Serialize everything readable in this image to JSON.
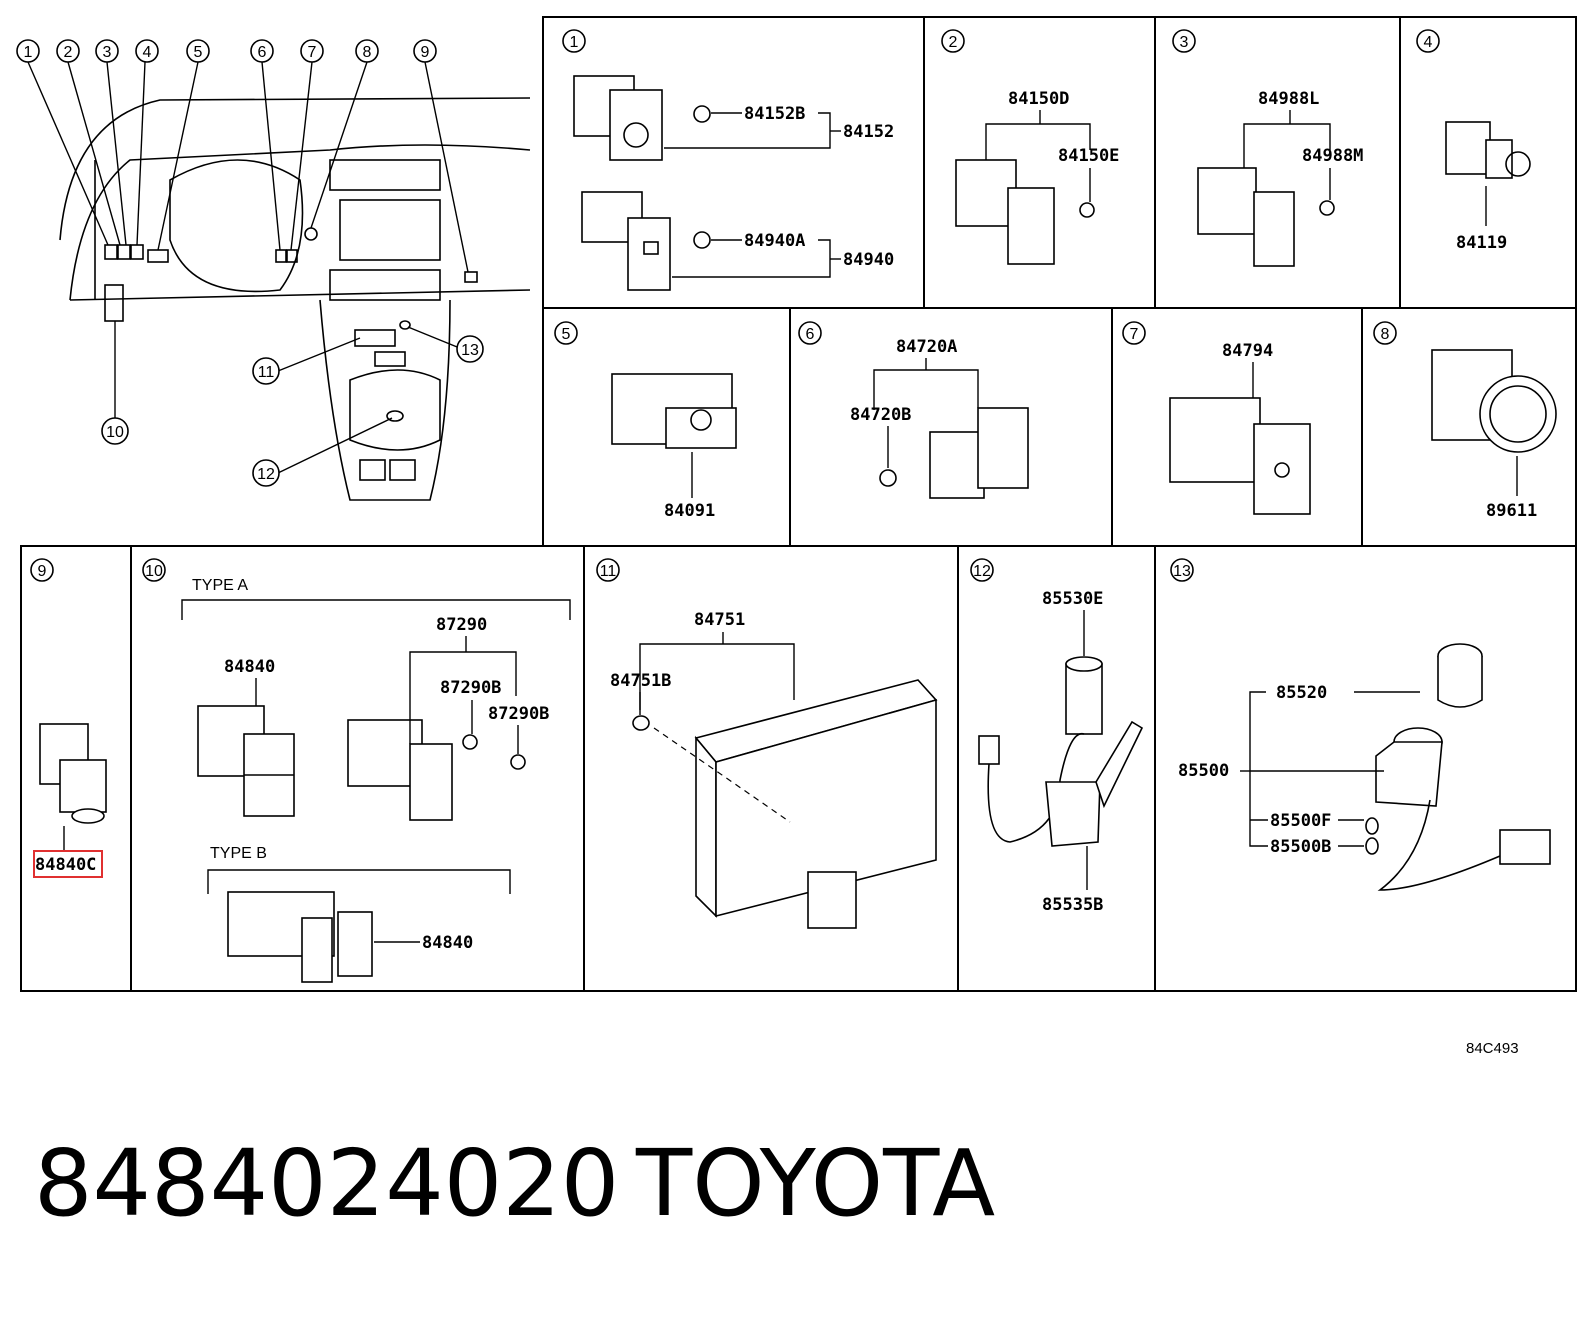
{
  "footer": {
    "part_number": "8484024020",
    "brand": "TOYOTA"
  },
  "diagram_code": "84C493",
  "overview": {
    "callouts": [
      "1",
      "2",
      "3",
      "4",
      "5",
      "6",
      "7",
      "8",
      "9",
      "10",
      "11",
      "12",
      "13"
    ]
  },
  "panels": [
    {
      "id": "1",
      "parts": [
        "84152B",
        "84152",
        "84940A",
        "84940"
      ]
    },
    {
      "id": "2",
      "parts": [
        "84150D",
        "84150E"
      ]
    },
    {
      "id": "3",
      "parts": [
        "84988L",
        "84988M"
      ]
    },
    {
      "id": "4",
      "parts": [
        "84119"
      ]
    },
    {
      "id": "5",
      "parts": [
        "84091"
      ]
    },
    {
      "id": "6",
      "parts": [
        "84720A",
        "84720B"
      ]
    },
    {
      "id": "7",
      "parts": [
        "84794"
      ]
    },
    {
      "id": "8",
      "parts": [
        "89611"
      ]
    },
    {
      "id": "9",
      "parts": [
        "84840C"
      ],
      "highlighted": "84840C"
    },
    {
      "id": "10",
      "type_a_label": "TYPE A",
      "type_b_label": "TYPE B",
      "parts": [
        "84840",
        "87290",
        "87290B",
        "87290B",
        "84840"
      ]
    },
    {
      "id": "11",
      "parts": [
        "84751",
        "84751B"
      ]
    },
    {
      "id": "12",
      "parts": [
        "85530E",
        "85535B"
      ]
    },
    {
      "id": "13",
      "parts": [
        "85520",
        "85500",
        "85500F",
        "85500B"
      ]
    }
  ],
  "highlight_color": "#e03030"
}
